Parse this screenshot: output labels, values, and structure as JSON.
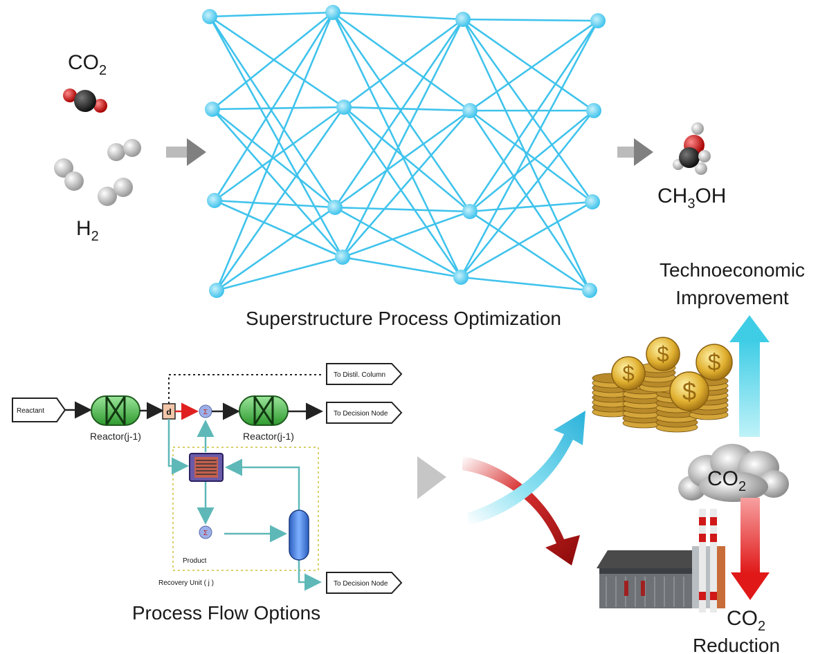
{
  "inputs": {
    "co2_main": "CO",
    "co2_sub": "2",
    "h2_main": "H",
    "h2_sub": "2"
  },
  "output": {
    "pre": "CH",
    "sub": "3",
    "post": "OH"
  },
  "network_caption": "Superstructure Process Optimization",
  "network": {
    "layers": [
      4,
      4,
      4,
      4
    ]
  },
  "flowsheet": {
    "reactant": "Reactant",
    "decision_box": "d",
    "reactor_left": "Reactor(j-1)",
    "reactor_right": "Reactor(j-1)",
    "to_distil": "To Distil. Column",
    "to_decision_1": "To Decision Node",
    "to_decision_2": "To Decision Node",
    "product": "Product",
    "recovery_unit": "Recovery Unit ( j )",
    "caption": "Process Flow Options"
  },
  "outcomes": {
    "techno_line1": "Technoeconomic",
    "techno_line2": "Improvement",
    "cloud_co2_main": "CO",
    "cloud_co2_sub": "2",
    "reduction_co2_main": "CO",
    "reduction_co2_sub": "2",
    "reduction_label": "Reduction"
  },
  "colors": {
    "network_line": "#3fc3ec",
    "network_node": "#6fd6f2",
    "arrow_gray": "#8a8a8a",
    "up_arrow": "#4fd4ec",
    "down_arrow": "#e02020",
    "reactor_green": "#4fc24f",
    "stream_teal": "#5fb8b8"
  }
}
